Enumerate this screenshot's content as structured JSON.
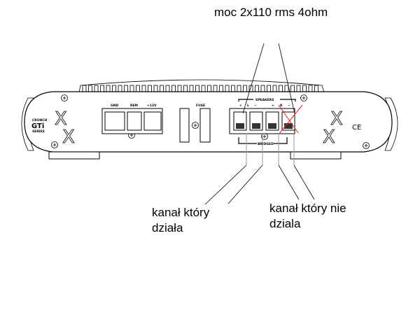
{
  "annotations": {
    "power": "moc 2x110 rms 4ohm",
    "working_channel": [
      "kanał który",
      "działa"
    ],
    "broken_channel": [
      "kanał który nie",
      "dziala"
    ]
  },
  "amplifier": {
    "brand": "CRUNCH",
    "model": "GTi",
    "series": "SERIES",
    "power_terminals": [
      "GND",
      "REM",
      "+12V"
    ],
    "fuse_label": "FUSE",
    "speakers_label": "SPEAKERS",
    "speaker_terminals": [
      "+",
      "L",
      "−",
      "+",
      "R",
      "−"
    ],
    "bridged_label": "BRIDGED",
    "ce_mark": "CE"
  },
  "colors": {
    "cross": "#e0202a",
    "wire": "#999999"
  }
}
